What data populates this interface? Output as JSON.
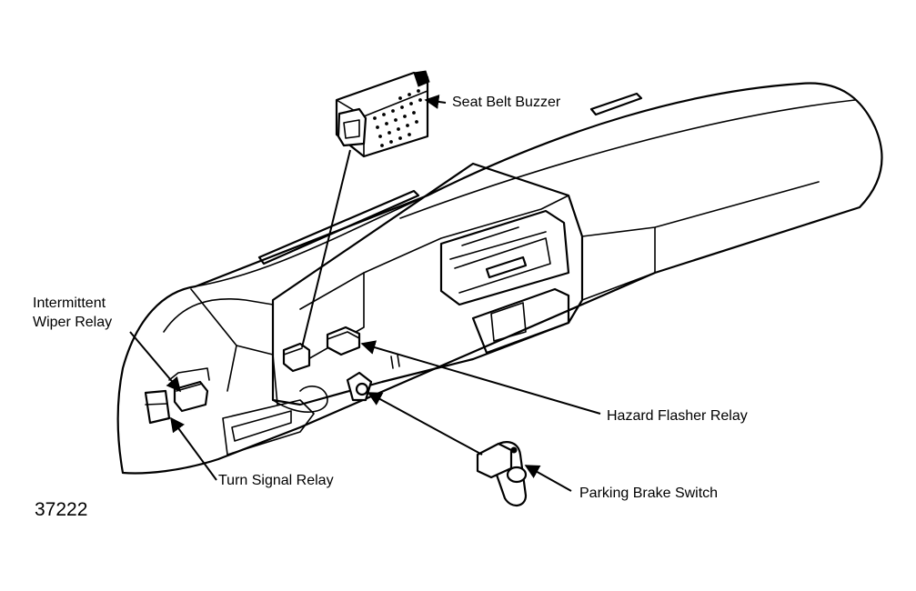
{
  "labels": {
    "seat_belt_buzzer": "Seat Belt Buzzer",
    "intermittent_wiper_relay_line1": "Intermittent",
    "intermittent_wiper_relay_line2": "Wiper Relay",
    "hazard_flasher_relay": "Hazard Flasher Relay",
    "turn_signal_relay": "Turn Signal Relay",
    "parking_brake_switch": "Parking Brake Switch"
  },
  "figure_number": "37222"
}
